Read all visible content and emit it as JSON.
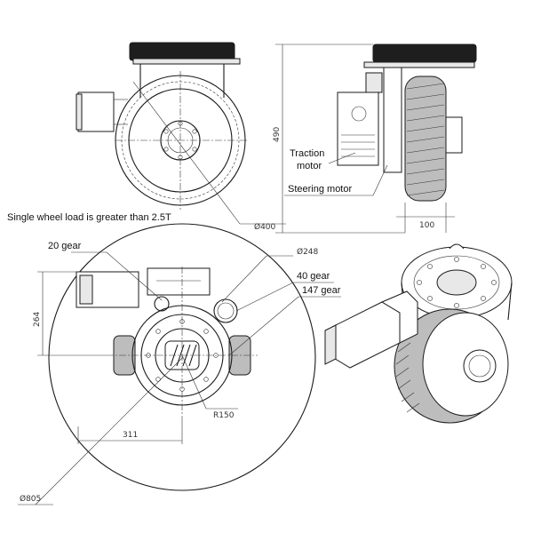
{
  "annotations": {
    "load_note": "Single wheel load is greater than 2.5T",
    "dia_400": "Ø400",
    "height_490": "490",
    "traction_motor_1": "Traction",
    "traction_motor_2": "motor",
    "steering_motor": "Steering motor",
    "width_100": "100",
    "gear_20": "20 gear",
    "dia_248": "Ø248",
    "gear_40": "40 gear",
    "gear_147": "147 gear",
    "dim_264": "264",
    "radius_150": "R150",
    "dim_311": "311",
    "dia_805": "Ø805"
  }
}
